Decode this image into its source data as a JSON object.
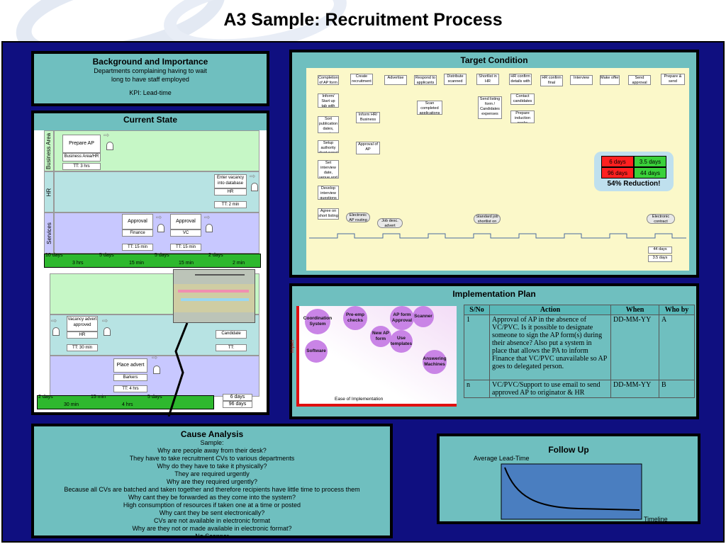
{
  "title": "A3 Sample: Recruitment Process",
  "background": {
    "heading": "Background and Importance",
    "line1": "Departments complaining having to wait",
    "line2": "long to have staff employed",
    "kpi": "KPI: Lead-time"
  },
  "current_state": {
    "heading": "Current State",
    "lanes": [
      "Business Area",
      "HR",
      "Services"
    ],
    "prepare_ap": "Prepare AP",
    "prepare_ap_owner": "Business Area/HR",
    "prepare_ap_tt": "TT: 3 hrs",
    "enter_vacancy": "Enter vacancy into database",
    "enter_vacancy_owner": "HR",
    "enter_vacancy_tt": "TT: 2 min",
    "approval1": "Approval",
    "approval1_owner": "Finance",
    "approval1_tt": "TT: 15 min",
    "approval2": "Approval",
    "approval2_owner": "VC",
    "approval2_tt": "TT: 15 min",
    "timeline_top": [
      "10 days",
      "5 days",
      "5 days",
      "2 days"
    ],
    "timeline_bottom": [
      "3 hrs",
      "15 min",
      "15 min",
      "2 min"
    ],
    "vacancy_approved": "Vacancy advert approved",
    "vacancy_approved_owner": "HR",
    "vacancy_approved_tt": "TT: 30 min",
    "candidate": "Candidate",
    "candidate_tt": "TT:",
    "place_advert": "Place advert",
    "place_advert_owner": "Barkers",
    "place_advert_tt": "TT: 4 hrs",
    "timeline2_top": [
      "2 days",
      "15 min",
      "5 days"
    ],
    "timeline2_bottom": [
      "30 min",
      "4 hrs"
    ],
    "total_days": "6 days",
    "total_days2": "96 days"
  },
  "target": {
    "heading": "Target Condition",
    "top_row": [
      "Completion of AP form",
      "Create recruitment record",
      "Advertise",
      "Respond to applicants",
      "Distribute scanned applications",
      "Shortlist in HR Business area",
      "HR confirm details with business area",
      "HR confirm final attendance",
      "Interview",
      "Make offer",
      "Send approval form",
      "Prepare & send contract"
    ],
    "col1": [
      "Inform/ Start up tab with HR",
      "Sort publication dates, costs budgets",
      "Setup authority chart panel",
      "Set interview date, venue and advert templates",
      "Develop interview questions",
      "Agree on short listing date"
    ],
    "mid": [
      "Inform HR/ Business area",
      "Approval of AP",
      "Scan completed applications",
      "Send listing form / Candidates expenses",
      "Contact candidates",
      "Prepare induction packs"
    ],
    "kaizen": [
      "Electronic AP routing",
      "Job desc. advert template",
      "Standard job shortlist on forms",
      "Electronic contract approval form"
    ],
    "result_days": [
      "6 days",
      "3.5 days",
      "96 days",
      "44 days"
    ],
    "reduction": "54% Reduction!",
    "lt_boxes": [
      "44 days",
      "3.5 days"
    ]
  },
  "implementation": {
    "heading": "Implementation Plan",
    "y_axis": "Impact",
    "x_axis": "Ease of Implementation",
    "bubbles": [
      "Coordination System",
      "Pre-emp checks",
      "AP form Approval",
      "Scanner",
      "New AP form",
      "Use templates",
      "Software",
      "Answering Machines"
    ],
    "table_headers": [
      "S/No",
      "Action",
      "When",
      "Who by"
    ],
    "rows": [
      {
        "sno": "1",
        "action": "Approval of AP in the absence of VC/PVC.  Is it possible to designate someone to sign the AP form(s) during their absence? Also put a system in place that allows the PA to inform Finance that VC/PVC unavailable so AP goes to delegated person.",
        "when": "DD-MM-YY",
        "who": "A"
      },
      {
        "sno": "n",
        "action": "VC/PVC/Support to use email to send approved AP to originator & HR",
        "when": "DD-MM-YY",
        "who": "B"
      }
    ]
  },
  "cause": {
    "heading": "Cause Analysis",
    "lines": [
      "Sample:",
      "Why are people away from their desk?",
      "They have to take recruitment CVs  to various departments",
      "Why do they have to take it physically?",
      "They are required urgently",
      "Why are they required urgently?",
      "Because all CVs are batched and taken together and therefore recipients have little time to process them",
      "Why cant they be forwarded as they come into the system?",
      "High consumption of resources if taken one at a time or posted",
      "Why cant they be sent electronically?",
      "CVs are not available in electronic format",
      "Why are they not or made available in electronic format?",
      "No Scanner"
    ]
  },
  "followup": {
    "heading": "Follow Up",
    "ylabel": "Average Lead-Time",
    "xlabel": "Timeline"
  }
}
